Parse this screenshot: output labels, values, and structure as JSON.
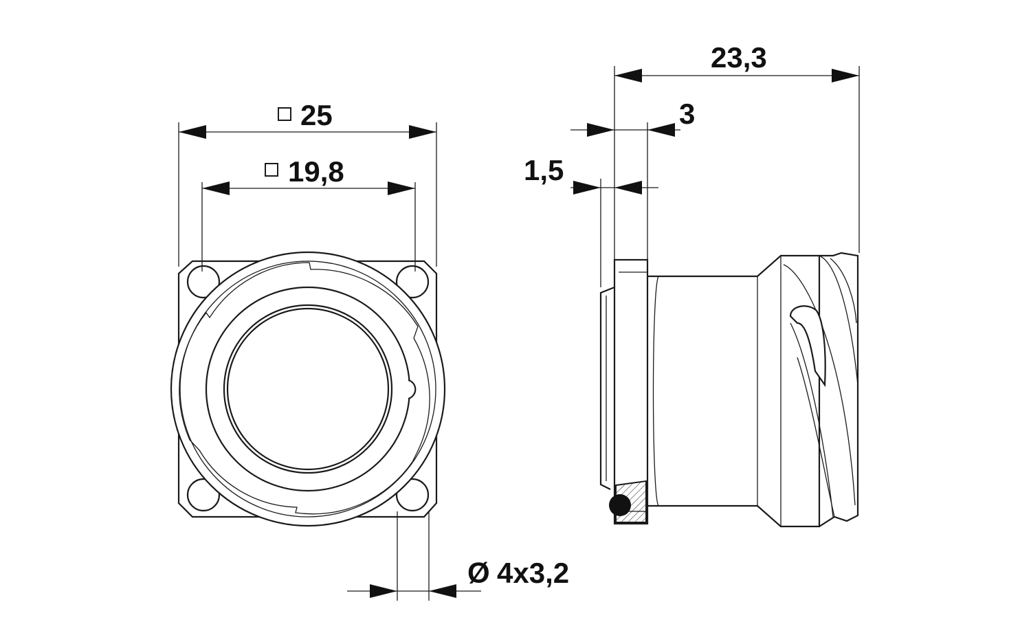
{
  "dimensions": {
    "outer_square": {
      "symbol": "□",
      "value": "25"
    },
    "inner_square": {
      "symbol": "□",
      "value": "19,8"
    },
    "holes": {
      "symbol": "Ø",
      "value": "4x3,2"
    },
    "overall_length": {
      "value": "23,3"
    },
    "flange_thickness": {
      "value": "3"
    },
    "seal_offset": {
      "value": "1,5"
    }
  },
  "colors": {
    "line": "#1a1a1a",
    "background": "#ffffff"
  }
}
